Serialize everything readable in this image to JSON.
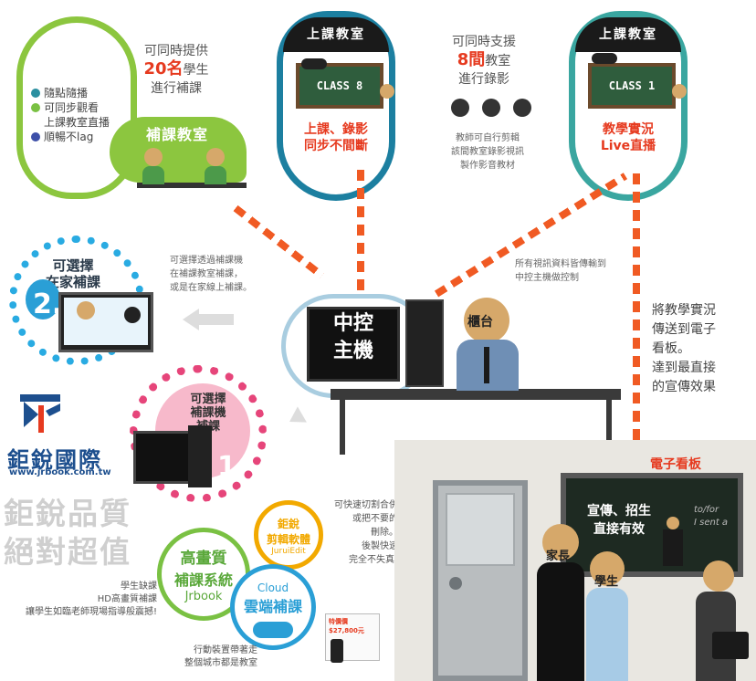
{
  "top_left": {
    "headline_line1": "可同時提供",
    "headline_count": "20名",
    "headline_unit": "學生",
    "headline_line3": "進行補課",
    "features": [
      {
        "label": "隨點隨播",
        "color": "#2a8fa0"
      },
      {
        "label": "可同步觀看",
        "color": "#7ac143"
      },
      {
        "label": "上課教室直播",
        "color": ""
      },
      {
        "label": "順暢不lag",
        "color": "#3d4fa8"
      }
    ],
    "room_label": "補課教室"
  },
  "classroom_1": {
    "title": "上課教室",
    "board": "CLASS 8",
    "caption_line1": "上課、錄影",
    "caption_line2": "同步不間斷",
    "ring_color": "#1c7fa0"
  },
  "classroom_2": {
    "title": "上課教室",
    "board": "CLASS 1",
    "caption_line1": "教學實況",
    "caption_line2": "Live直播",
    "ring_color": "#3aa6a0"
  },
  "middle_note": {
    "line1": "可同時支援",
    "count": "8間",
    "unit": "教室",
    "line3": "進行錄影",
    "detail_lines": [
      "教師可自行剪輯",
      "該間教室錄影視訊",
      "製作影音教材"
    ]
  },
  "center": {
    "host_line1": "中控",
    "host_line2": "主機",
    "counter_label": "櫃台",
    "transfer_lines": [
      "所有視訊資料皆傳輸到",
      "中控主機做控制"
    ]
  },
  "home_option": {
    "title_line1": "可選擇",
    "title_line2": "在家補課",
    "number": "2.",
    "note_lines": [
      "可選擇透過補課機",
      "在補課教室補課，",
      "或是在家線上補課。"
    ]
  },
  "machine_option": {
    "title_line1": "可選擇",
    "title_line2": "補課機",
    "title_line3": "補課",
    "number": "1"
  },
  "right_note": {
    "lines": [
      "將教學實況",
      "傳送到電子",
      "看板。",
      "達到最直接",
      "的宣傳效果"
    ]
  },
  "brand": {
    "name": "鉅銳國際",
    "url": "www.jrbook.com.tw",
    "slogan_line1": "鉅銳品質",
    "slogan_line2": "絕對超值",
    "color": "#1d4f8e"
  },
  "edit_software": {
    "line1": "鉅銳",
    "line2": "剪輯軟體",
    "line3": "JuruiEdit",
    "note_lines": [
      "可快速切割合併",
      "或把不要的",
      "刪除。",
      "後製快速",
      "完全不失真!"
    ],
    "color": "#f2a900"
  },
  "hd_system": {
    "line1": "高畫質",
    "line2": "補課系統",
    "line3": "Jrbook",
    "note_lines": [
      "學生缺課",
      "HD高畫質補課",
      "讓學生如臨老師現場指導般震撼!"
    ],
    "color": "#7ac143"
  },
  "cloud": {
    "line1": "Cloud",
    "line2": "雲端補課",
    "note_lines": [
      "行動裝置帶著走",
      "整個城市都是教室"
    ],
    "price": "特價價 $27,800元",
    "color": "#2a9fd6"
  },
  "billboard": {
    "label": "電子看板",
    "text_line1": "宣傳、招生",
    "text_line2": "直接有效",
    "script_line1": "to/for",
    "script_line2": "I sent a",
    "parent_label": "家長",
    "student_label": "學生"
  },
  "accent_orange": "#f05a23"
}
